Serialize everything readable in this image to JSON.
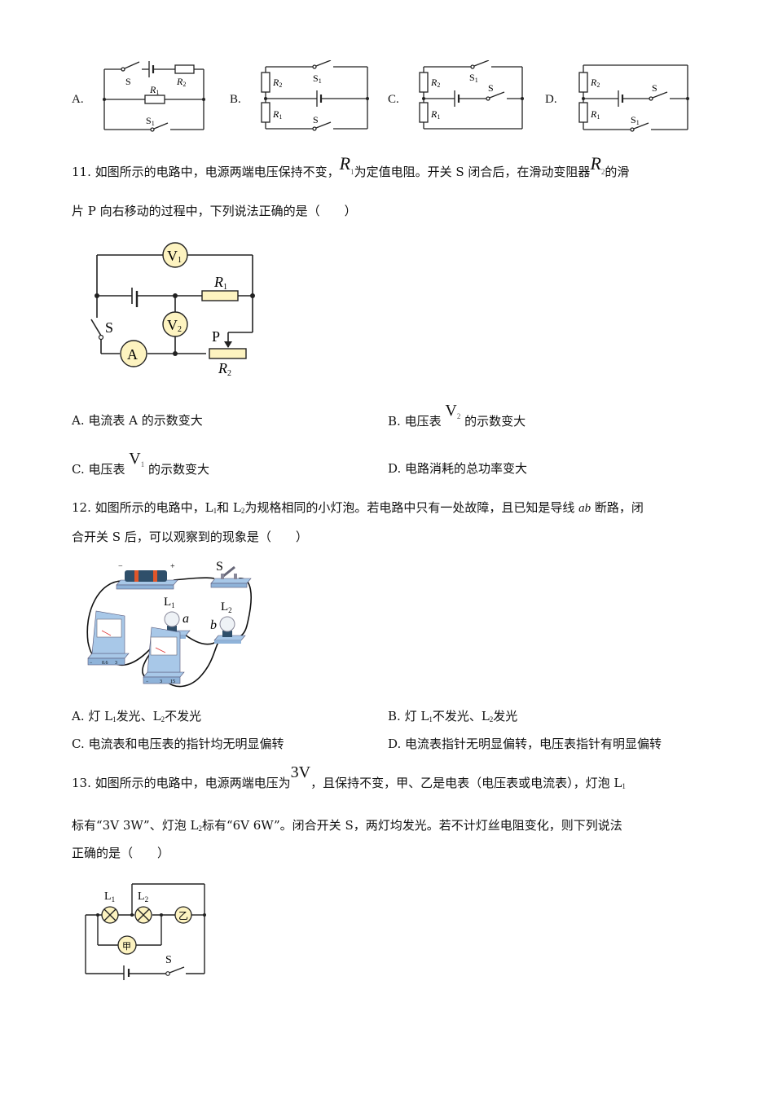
{
  "q10_options": [
    {
      "label": "A.",
      "diagram": "circuit-a",
      "labels": {
        "switch_top": "S",
        "resistor_top": "R2",
        "resistor_mid": "R1",
        "switch_bottom": "S1"
      }
    },
    {
      "label": "B.",
      "diagram": "circuit-b",
      "labels": {
        "r_top": "R2",
        "r_bottom": "R1",
        "switch_top": "S1",
        "switch_bottom": "S"
      }
    },
    {
      "label": "C.",
      "diagram": "circuit-c",
      "labels": {
        "r_top": "R2",
        "r_bottom": "R1",
        "switch_top": "S1",
        "switch_mid": "S"
      }
    },
    {
      "label": "D.",
      "diagram": "circuit-d",
      "labels": {
        "r_top": "R2",
        "r_bottom": "R1",
        "switch_mid": "S",
        "switch_bottom": "S1"
      }
    }
  ],
  "q11": {
    "number": "11.",
    "line1_a": "如图所示的电路中，电源两端电压保持不变，",
    "sym_r1": "R",
    "sym_r1_sub": "1",
    "line1_b": "为定值电阻。开关 S 闭合后，在滑动变阻器",
    "sym_r2": "R",
    "sym_r2_sub": "2",
    "line1_c": "的滑",
    "line2": "片 P 向右移动的过程中，下列说法正确的是（　　）",
    "diagram_labels": {
      "v1": "V1",
      "v2": "V2",
      "a": "A",
      "r1": "R1",
      "r2": "R2",
      "p": "P",
      "s": "S"
    },
    "options": {
      "a": {
        "label": "A.",
        "text": "电流表 A 的示数变大"
      },
      "b": {
        "label": "B.",
        "pre": "电压表",
        "sym": "V",
        "sub": "2",
        "post": "的示数变大"
      },
      "c": {
        "label": "C.",
        "pre": "电压表",
        "sym": "V",
        "sub": "1",
        "post": "的示数变大"
      },
      "d": {
        "label": "D.",
        "text": "电路消耗的总功率变大"
      }
    }
  },
  "q12": {
    "number": "12.",
    "line1_a": "如图所示的电路中，L",
    "l1_sub": "1",
    "line1_b": "和 L",
    "l2_sub": "2",
    "line1_c": "为规格相同的小灯泡。若电路中只有一处故障，且已知是导线",
    "ab": "ab",
    "line1_d": "断路，闭",
    "line2": "合开关 S 后，可以观察到的现象是（　　）",
    "diagram_labels": {
      "s": "S",
      "l1": "L1",
      "l2": "L2",
      "a": "a",
      "b": "b",
      "minus": "−",
      "plus": "+",
      "ammeter_terms": [
        "−",
        "0.6",
        "3"
      ],
      "voltmeter_terms": [
        "−",
        "3",
        "15"
      ]
    },
    "options": {
      "a": {
        "label": "A.",
        "t1": "灯 L",
        "s1": "1",
        "t2": "发光、L",
        "s2": "2",
        "t3": "不发光"
      },
      "b": {
        "label": "B.",
        "t1": "灯 L",
        "s1": "1",
        "t2": "不发光、L",
        "s2": "2",
        "t3": "发光"
      },
      "c": {
        "label": "C.",
        "text": "电流表和电压表的指针均无明显偏转"
      },
      "d": {
        "label": "D.",
        "text": "电流表指针无明显偏转，电压表指针有明显偏转"
      }
    }
  },
  "q13": {
    "number": "13.",
    "line1_a": "如图所示的电路中，电源两端电压为",
    "voltage": "3V",
    "line1_b": "，且保持不变，甲、乙是电表（电压表或电流表），灯泡 L",
    "l1_sub": "1",
    "line2_a": "标有“3V 3W”、灯泡 L",
    "l2_sub": "2",
    "line2_b": "标有“6V 6W”。闭合开关 S，两灯均发光。若不计灯丝电阻变化，则下列说法",
    "line3": "正确的是（　　）",
    "diagram_labels": {
      "l1": "L1",
      "l2": "L2",
      "jia": "甲",
      "yi": "乙",
      "s": "S"
    }
  },
  "colors": {
    "meter_fill": "#fdf3c0",
    "resistor_fill": "#fdf3c0",
    "wire": "#222222",
    "apparatus_blue": "#a8c8e8",
    "battery_dark": "#2f4f6a",
    "battery_band": "#e0562a"
  }
}
